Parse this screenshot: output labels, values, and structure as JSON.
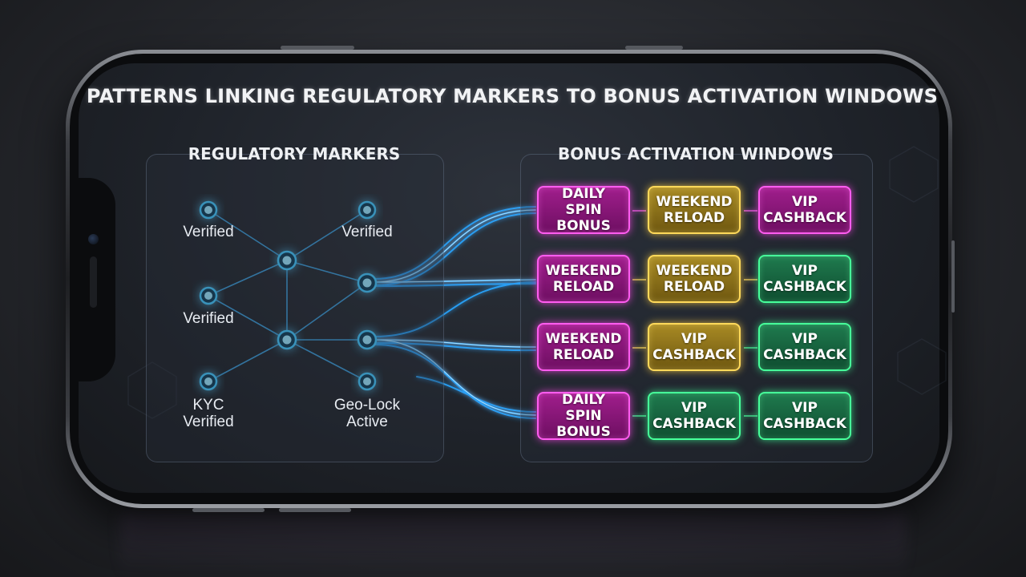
{
  "title": "PATTERNS LINKING REGULATORY MARKERS TO BONUS ACTIVATION WINDOWS",
  "markers_panel": {
    "title": "REGULATORY MARKERS",
    "labels": {
      "top_left": "Verified",
      "top_right": "Verified",
      "mid_left": "Verified",
      "kyc_line1": "KYC",
      "kyc_line2": "Verified",
      "geo_line1": "Geo-Lock",
      "geo_line2": "Active"
    }
  },
  "bonus_panel": {
    "title": "BONUS ACTIVATION WINDOWS",
    "rows": [
      [
        {
          "line1": "DAILY SPIN",
          "line2": "BONUS",
          "color": "magenta"
        },
        {
          "line1": "WEEKEND",
          "line2": "RELOAD",
          "color": "gold"
        },
        {
          "line1": "VIP",
          "line2": "CASHBACK",
          "color": "magenta"
        }
      ],
      [
        {
          "line1": "WEEKEND",
          "line2": "RELOAD",
          "color": "magenta"
        },
        {
          "line1": "WEEKEND",
          "line2": "RELOAD",
          "color": "gold"
        },
        {
          "line1": "VIP",
          "line2": "CASHBACK",
          "color": "green"
        }
      ],
      [
        {
          "line1": "WEEKEND",
          "line2": "RELOAD",
          "color": "magenta"
        },
        {
          "line1": "VIP",
          "line2": "CASHBACK",
          "color": "gold"
        },
        {
          "line1": "VIP",
          "line2": "CASHBACK",
          "color": "green"
        }
      ],
      [
        {
          "line1": "DAILY SPIN",
          "line2": "BONUS",
          "color": "magenta"
        },
        {
          "line1": "VIP",
          "line2": "CASHBACK",
          "color": "green"
        },
        {
          "line1": "VIP",
          "line2": "CASHBACK",
          "color": "green"
        }
      ]
    ]
  },
  "colors": {
    "node": "#43c8ff",
    "link": "#3fb6ff",
    "magenta": "#ff5cf0",
    "gold": "#ffd95a",
    "green": "#46ff9a"
  }
}
